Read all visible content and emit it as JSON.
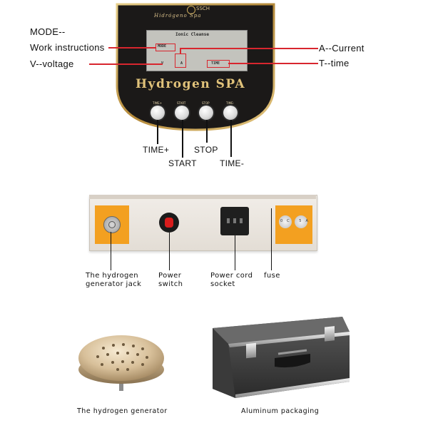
{
  "control_panel": {
    "brand": "SSCH",
    "top_title": "Hidrógeno Spa",
    "lcd_heading": "Ionic Cleanse",
    "lcd_mode": "MODE",
    "lcd_v": "V",
    "lcd_a": "A",
    "lcd_time": "TIME",
    "product_name": "Hydrogen SPA",
    "button_tiny_labels": [
      "TIME+",
      "START",
      "STOP",
      "TIME-"
    ],
    "left_labels": [
      "MODE--",
      "Work instructions",
      "V--voltage"
    ],
    "right_labels": [
      "A--Current",
      "T--time"
    ],
    "button_labels": [
      "TIME+",
      "START",
      "STOP",
      "TIME-"
    ]
  },
  "back_panel": {
    "fuse_text": "0C 5A",
    "captions": [
      [
        "The hydrogen",
        "generator jack"
      ],
      [
        "Power",
        "switch"
      ],
      [
        "Power cord",
        "socket"
      ],
      [
        "fuse"
      ]
    ]
  },
  "bottom": {
    "generator_caption": "The hydrogen generator",
    "case_caption": "Aluminum packaging"
  },
  "colors": {
    "panel_bg": "#1b1918",
    "panel_border": "#c9a85a",
    "lcd": "#c3c3bd",
    "callout_red": "#d8262e",
    "back_panel_orange": "#f3a020",
    "back_panel_bg": "#ebe6df"
  }
}
